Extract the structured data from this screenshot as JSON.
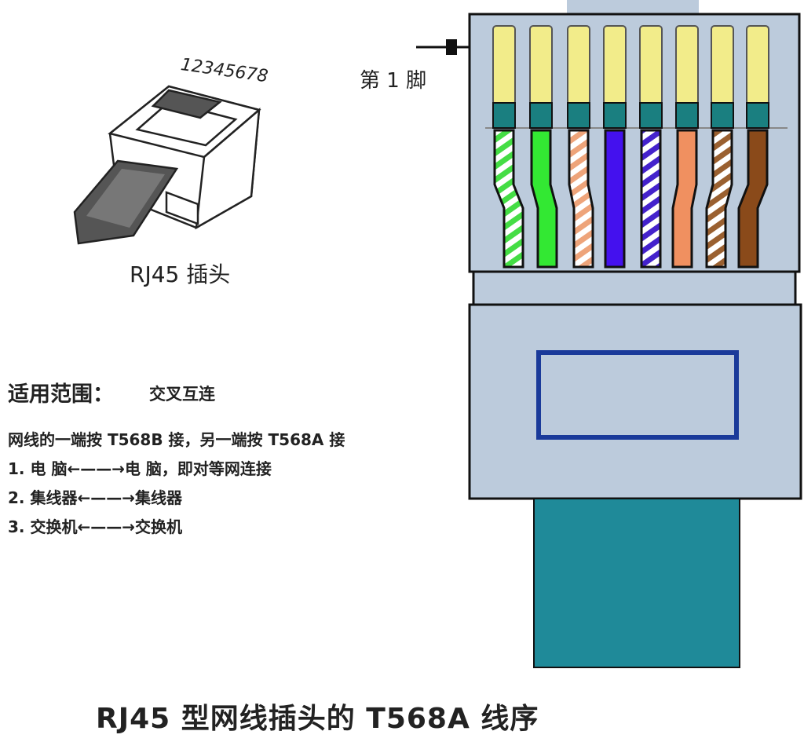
{
  "plug": {
    "pin_numbers": "12345678",
    "caption": "RJ45 插头"
  },
  "connector": {
    "pin1_label": "第 1 脚",
    "body_color": "#bccbdc",
    "cable_color": "#1f8a99",
    "contact_color": "#f2ec8a",
    "band_color": "#1a7f80",
    "wires": [
      {
        "pin": 1,
        "name": "白绿",
        "base": "#ffffff",
        "stripe": "#44dd44"
      },
      {
        "pin": 2,
        "name": "绿",
        "base": "#33e833",
        "stripe": null
      },
      {
        "pin": 3,
        "name": "白橙",
        "base": "#ffffff",
        "stripe": "#eea47a"
      },
      {
        "pin": 4,
        "name": "蓝",
        "base": "#4411ee",
        "stripe": null
      },
      {
        "pin": 5,
        "name": "白蓝",
        "base": "#ffffff",
        "stripe": "#4422cc"
      },
      {
        "pin": 6,
        "name": "橙",
        "base": "#f09060",
        "stripe": null
      },
      {
        "pin": 7,
        "name": "白棕",
        "base": "#ffffff",
        "stripe": "#9a6030"
      },
      {
        "pin": 8,
        "name": "棕",
        "base": "#8a4a1a",
        "stripe": null
      }
    ]
  },
  "scope": {
    "title": "适用范围：",
    "value": "交叉互连",
    "lines": [
      "网线的一端按 T568B 接，另一端按 T568A 接",
      "1.  电   脑←——→电   脑，即对等网连接",
      "2.  集线器←——→集线器",
      "3.  交换机←——→交换机"
    ]
  },
  "title": "RJ45 型网线插头的 T568A 线序"
}
